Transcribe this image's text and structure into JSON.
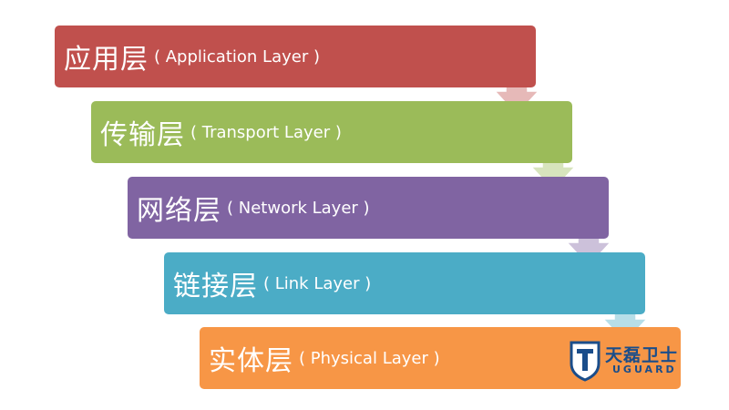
{
  "layers": [
    {
      "cn": "应用层",
      "en": "( Application Layer )",
      "color": "#c0504d"
    },
    {
      "cn": "传输层",
      "en": "( Transport Layer )",
      "color": "#9bbb59"
    },
    {
      "cn": "网络层",
      "en": "( Network Layer )",
      "color": "#8064a2"
    },
    {
      "cn": "链接层",
      "en": "( Link Layer )",
      "color": "#4bacc6"
    },
    {
      "cn": "实体层",
      "en": "( Physical Layer )",
      "color": "#f79646"
    }
  ],
  "arrow_colors": [
    "#e6b9b8",
    "#d7e4bd",
    "#ccc1da",
    "#b7dee8"
  ],
  "logo": {
    "icon": "uguard-shield-logo",
    "brand_cn": "天磊卫士",
    "brand_en": "UGUARD"
  }
}
